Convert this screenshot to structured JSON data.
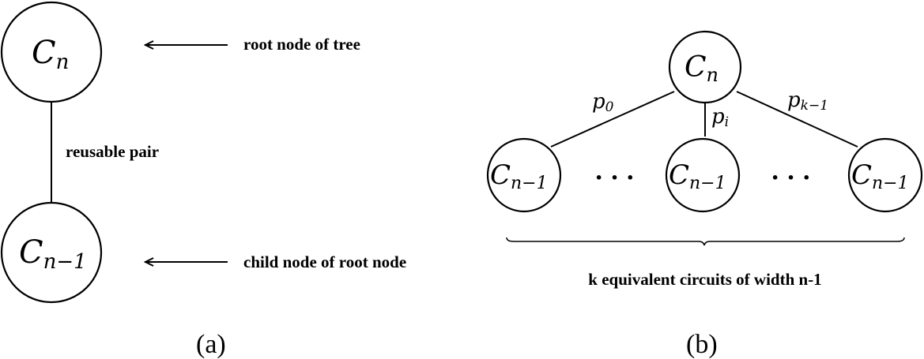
{
  "panel_a": {
    "root_node": {
      "base": "C",
      "sub": "n"
    },
    "child_node": {
      "base": "C",
      "sub": "n−1"
    },
    "edge_label": "reusable pair",
    "root_annotation": "root node of tree",
    "child_annotation": "child node of root node",
    "caption": "(a)"
  },
  "panel_b": {
    "root_node": {
      "base": "C",
      "sub": "n"
    },
    "children": [
      {
        "base": "C",
        "sub": "n−1",
        "edge": {
          "base": "p",
          "sub": "0"
        }
      },
      {
        "base": "C",
        "sub": "n−1",
        "edge": {
          "base": "p",
          "sub": "i"
        }
      },
      {
        "base": "C",
        "sub": "n−1",
        "edge": {
          "base": "p",
          "sub": "k−1"
        }
      }
    ],
    "ellipsis": "· · ·",
    "brace_label": "k equivalent circuits of width n-1",
    "caption": "(b)"
  }
}
